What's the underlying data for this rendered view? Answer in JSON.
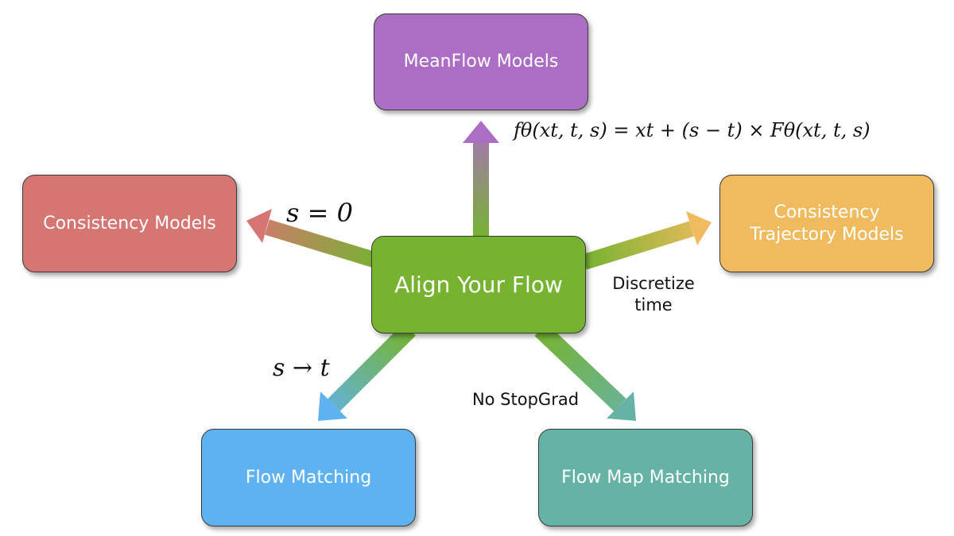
{
  "center": {
    "label": "Align Your Flow",
    "color": "#76b330"
  },
  "nodes": {
    "meanflow": {
      "label": "MeanFlow Models",
      "color": "#ac6ec4"
    },
    "consistency": {
      "label": "Consistency Models",
      "color": "#d57672"
    },
    "ctm": {
      "label": "Consistency Trajectory Models",
      "color": "#f0bb5e"
    },
    "flow_matching": {
      "label": "Flow Matching",
      "color": "#5fb2f0"
    },
    "flow_map_matching": {
      "label": "Flow Map Matching",
      "color": "#66b3a6"
    }
  },
  "edge_labels": {
    "meanflow_formula": "fθ(xt, t, s) = xt + (s − t) × Fθ(xt, t, s)",
    "consistency": "s = 0",
    "ctm": "Discretize time",
    "flow_matching": "s → t",
    "flow_map_matching": "No StopGrad"
  }
}
